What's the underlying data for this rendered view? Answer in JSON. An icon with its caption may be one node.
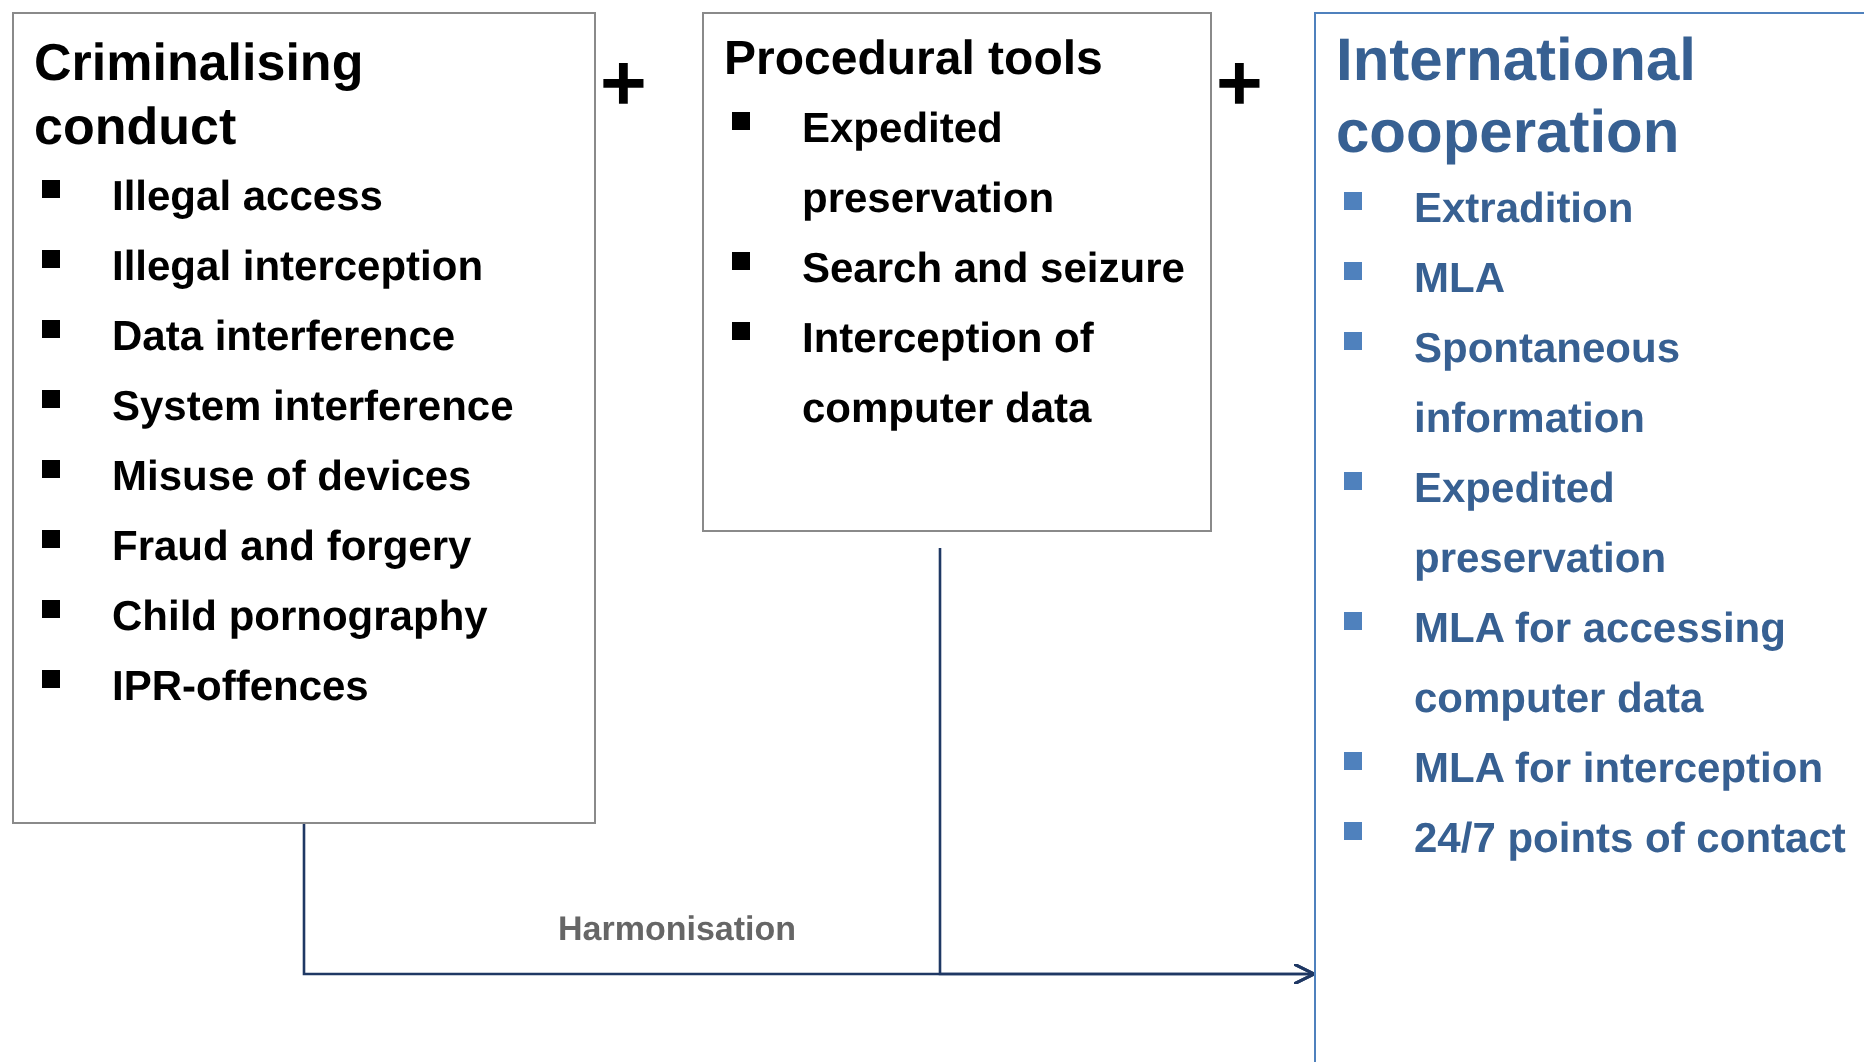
{
  "diagram": {
    "nodes": [
      {
        "text": [
          "Criminalising conduct",
          "Illegal access",
          "Illegal interception",
          "Data interference",
          "System interference",
          "Misuse of devices",
          "Fraud and forgery",
          "Child pornography",
          "IPR-offences"
        ]
      },
      {
        "text": [
          "Procedural tools",
          "Expedited preservation",
          "Search and seizure",
          "Interception of computer data"
        ]
      },
      {
        "text": [
          "International cooperation",
          "Extradition",
          "MLA",
          "Spontaneous information",
          "Expedited preservation",
          "MLA for accessing computer data",
          "MLA for interception",
          "24/7 points of contact"
        ]
      }
    ],
    "edges": [
      {
        "from": 0,
        "to": 2,
        "arrow": "to",
        "label": "Harmonisation"
      },
      {
        "from": 1,
        "to": 2,
        "arrow": "to"
      }
    ],
    "labels": [
      "+",
      "+"
    ]
  }
}
